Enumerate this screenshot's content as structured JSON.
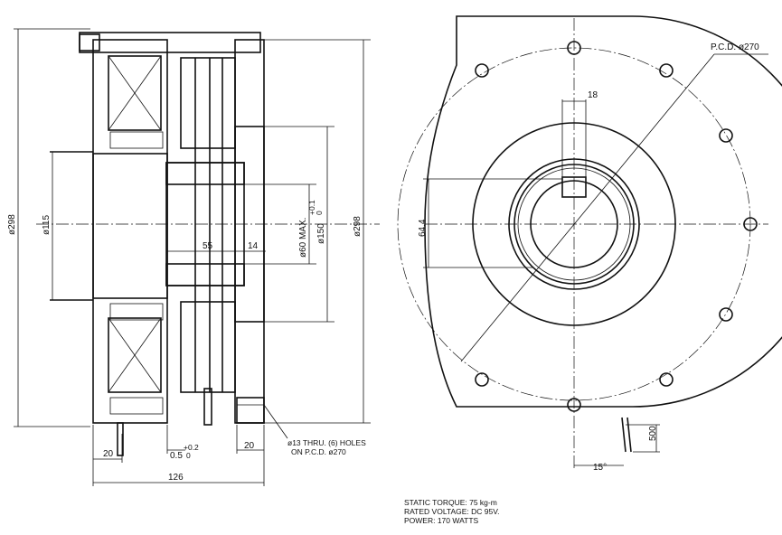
{
  "dimensions": {
    "overall_dia_left": "ø298",
    "overall_dia_right": "ø298",
    "bore_dia": "ø115",
    "shaft_max": "ø60 MAX.",
    "hub_dia": "ø150",
    "hub_tol_upper": "+0.1",
    "hub_tol_lower": "0",
    "hub_length": "55",
    "hub_offset": "14",
    "left_step": "20",
    "air_gap": "0.5",
    "air_gap_tol_upper": "+0.2",
    "air_gap_tol_lower": "0",
    "right_step": "20",
    "overall_width": "126",
    "key_width": "18",
    "key_height": "64.4",
    "pcd": "P.C.D. ø270",
    "lead_length": "500",
    "lead_angle": "15°"
  },
  "notes": {
    "holes_line1": "ø13 THRU. (6) HOLES",
    "holes_line2": "ON P.C.D. ø270"
  },
  "specs": {
    "torque": "STATIC TORQUE: 75 kg-m",
    "voltage": "RATED VOLTAGE: DC 95V.",
    "power": "POWER: 170 WATTS"
  }
}
